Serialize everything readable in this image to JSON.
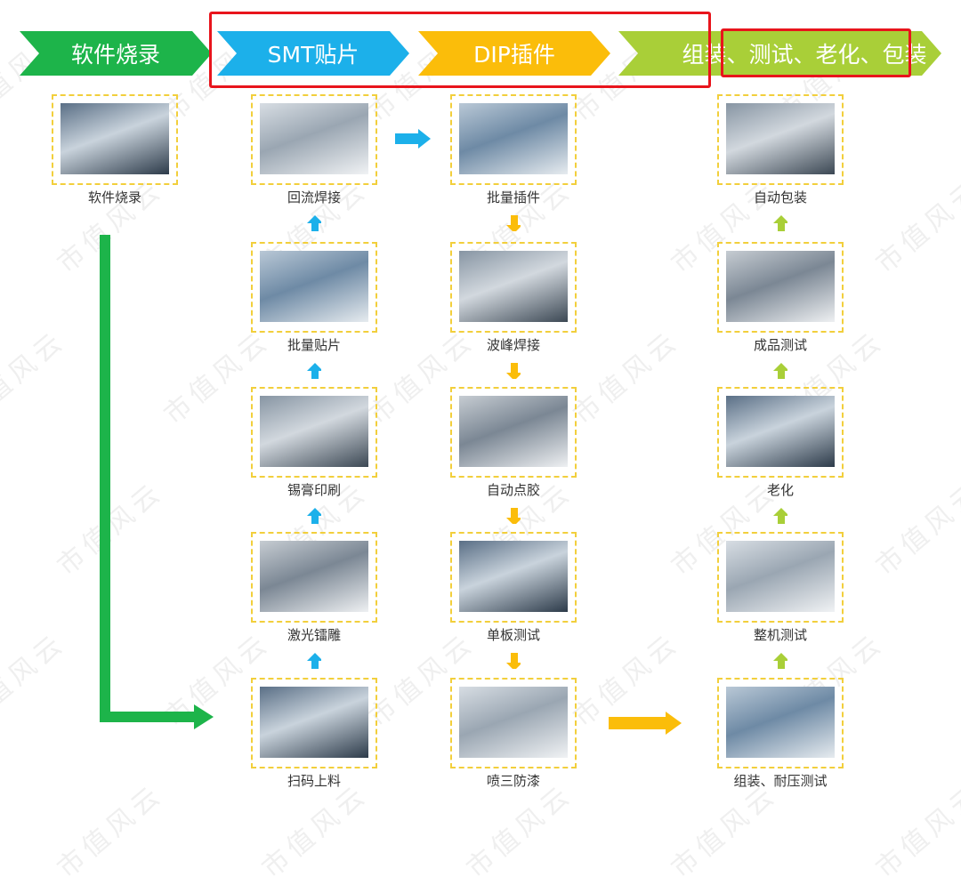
{
  "header": {
    "stages": [
      {
        "label": "软件烧录",
        "color": "#1db44a"
      },
      {
        "label": "SMT贴片",
        "color": "#1cb0ea"
      },
      {
        "label": "DIP插件",
        "color": "#fbbd0a"
      },
      {
        "label": "组装、测试、老化、包装",
        "color": "#a9cf38"
      }
    ],
    "highlight_color": "#e8141c"
  },
  "columns": [
    {
      "name": "software",
      "arrow_color": "#1db44a",
      "steps": [
        "软件烧录"
      ]
    },
    {
      "name": "smt",
      "arrow_color": "#1cb0ea",
      "direction": "up",
      "steps": [
        "回流焊接",
        "批量贴片",
        "锡膏印刷",
        "激光镭雕",
        "扫码上料"
      ]
    },
    {
      "name": "dip",
      "arrow_color": "#fbbd0a",
      "direction": "down",
      "steps": [
        "批量插件",
        "波峰焊接",
        "自动点胶",
        "单板测试",
        "喷三防漆"
      ]
    },
    {
      "name": "assembly",
      "arrow_color": "#a9cf38",
      "direction": "up",
      "steps": [
        "自动包装",
        "成品测试",
        "老化",
        "整机测试",
        "组装、耐压测试"
      ]
    }
  ],
  "watermark": "市值风云"
}
